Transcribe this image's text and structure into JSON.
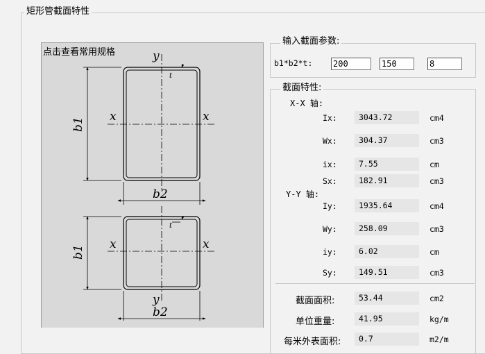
{
  "window": {
    "title": "矩形管截面特性"
  },
  "diagram": {
    "link_label": "点击查看常用规格"
  },
  "input_group": {
    "title": "输入截面参数:",
    "label": "b1*b2*t:",
    "b1": "200",
    "b2": "150",
    "t": "8"
  },
  "props_group": {
    "title": "截面特性:",
    "xx_axis": "X-X 轴:",
    "yy_axis": "Y-Y 轴:",
    "rows": [
      {
        "label": "Ix:",
        "value": "3043.72",
        "unit": "cm4"
      },
      {
        "label": "Wx:",
        "value": "304.37",
        "unit": "cm3"
      },
      {
        "label": "ix:",
        "value": "7.55",
        "unit": "cm"
      },
      {
        "label": "Sx:",
        "value": "182.91",
        "unit": "cm3"
      },
      {
        "label": "Iy:",
        "value": "1935.64",
        "unit": "cm4"
      },
      {
        "label": "Wy:",
        "value": "258.09",
        "unit": "cm3"
      },
      {
        "label": "iy:",
        "value": "6.02",
        "unit": "cm"
      },
      {
        "label": "Sy:",
        "value": "149.51",
        "unit": "cm3"
      }
    ],
    "summary": [
      {
        "label": "截面面积:",
        "value": "53.44",
        "unit": "cm2"
      },
      {
        "label": "单位重量:",
        "value": "41.95",
        "unit": "kg/m"
      },
      {
        "label": "每米外表面积:",
        "value": "0.7",
        "unit": "m2/m"
      }
    ]
  },
  "diagram_labels": {
    "x": "x",
    "y": "y",
    "b1": "b1",
    "b2": "b2",
    "t": "t"
  }
}
